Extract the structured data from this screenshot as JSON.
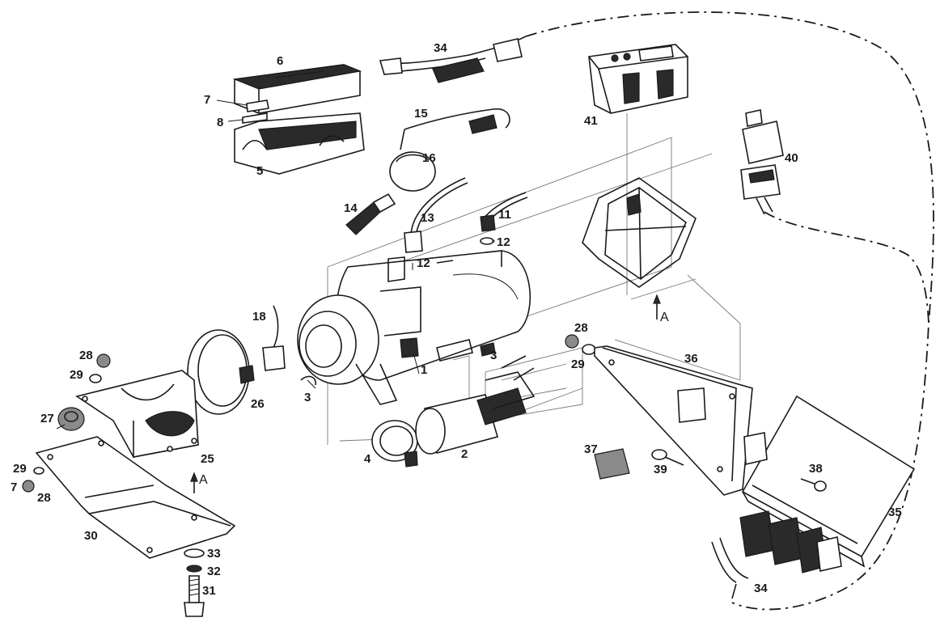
{
  "labels": {
    "p1": "1",
    "p2": "2",
    "p3a": "3",
    "p3b": "3",
    "p4": "4",
    "p5": "5",
    "p6": "6",
    "p7a": "7",
    "p7b": "7",
    "p8": "8",
    "p11": "11",
    "p12a": "12",
    "p12b": "12",
    "p13": "13",
    "p14": "14",
    "p15": "15",
    "p16": "16",
    "p18": "18",
    "p25": "25",
    "p26": "26",
    "p27": "27",
    "p28a": "28",
    "p28b": "28",
    "p28c": "28",
    "p29a": "29",
    "p29b": "29",
    "p29c": "29",
    "p30": "30",
    "p31": "31",
    "p32": "32",
    "p33": "33",
    "p34a": "34",
    "p34b": "34",
    "p35": "35",
    "p36": "36",
    "p37": "37",
    "p38": "38",
    "p39": "39",
    "p40": "40",
    "p41": "41",
    "viewA1": "A",
    "viewA2": "A"
  }
}
